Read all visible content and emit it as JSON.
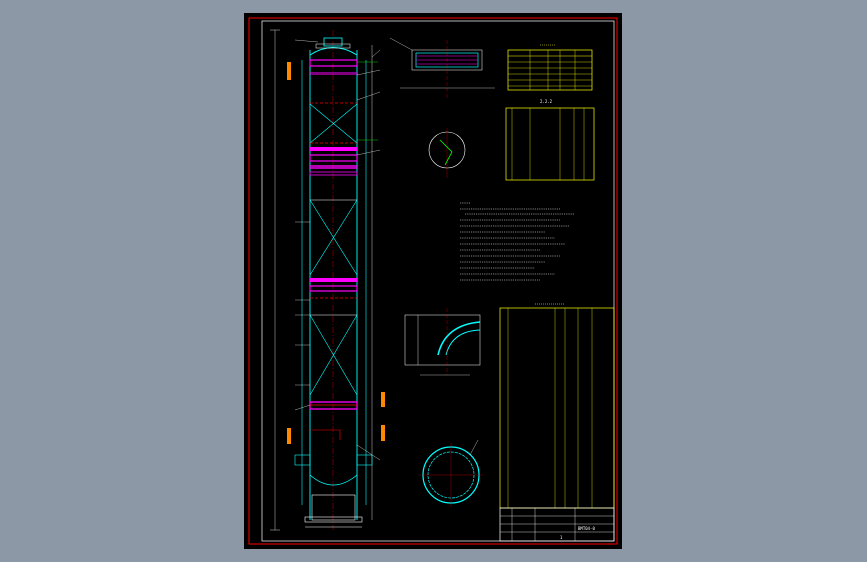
{
  "colors": {
    "viewport_bg": "#8d98a7",
    "sheet_bg": "#000000",
    "border_outer": "#ff0000",
    "border_inner": "#ffffff",
    "table_line": "#ffff00",
    "column_line": "#00ffff",
    "tray_line": "#ff00ff",
    "mark_red": "#ff0000",
    "text_white": "#ffffff",
    "leader_green": "#00ff00"
  },
  "sheet": {
    "labels": {
      "nozzle_table_title": "2.2.2",
      "title_block_drawing_number": "BMT04-0",
      "title_block_sheet": "1"
    }
  }
}
